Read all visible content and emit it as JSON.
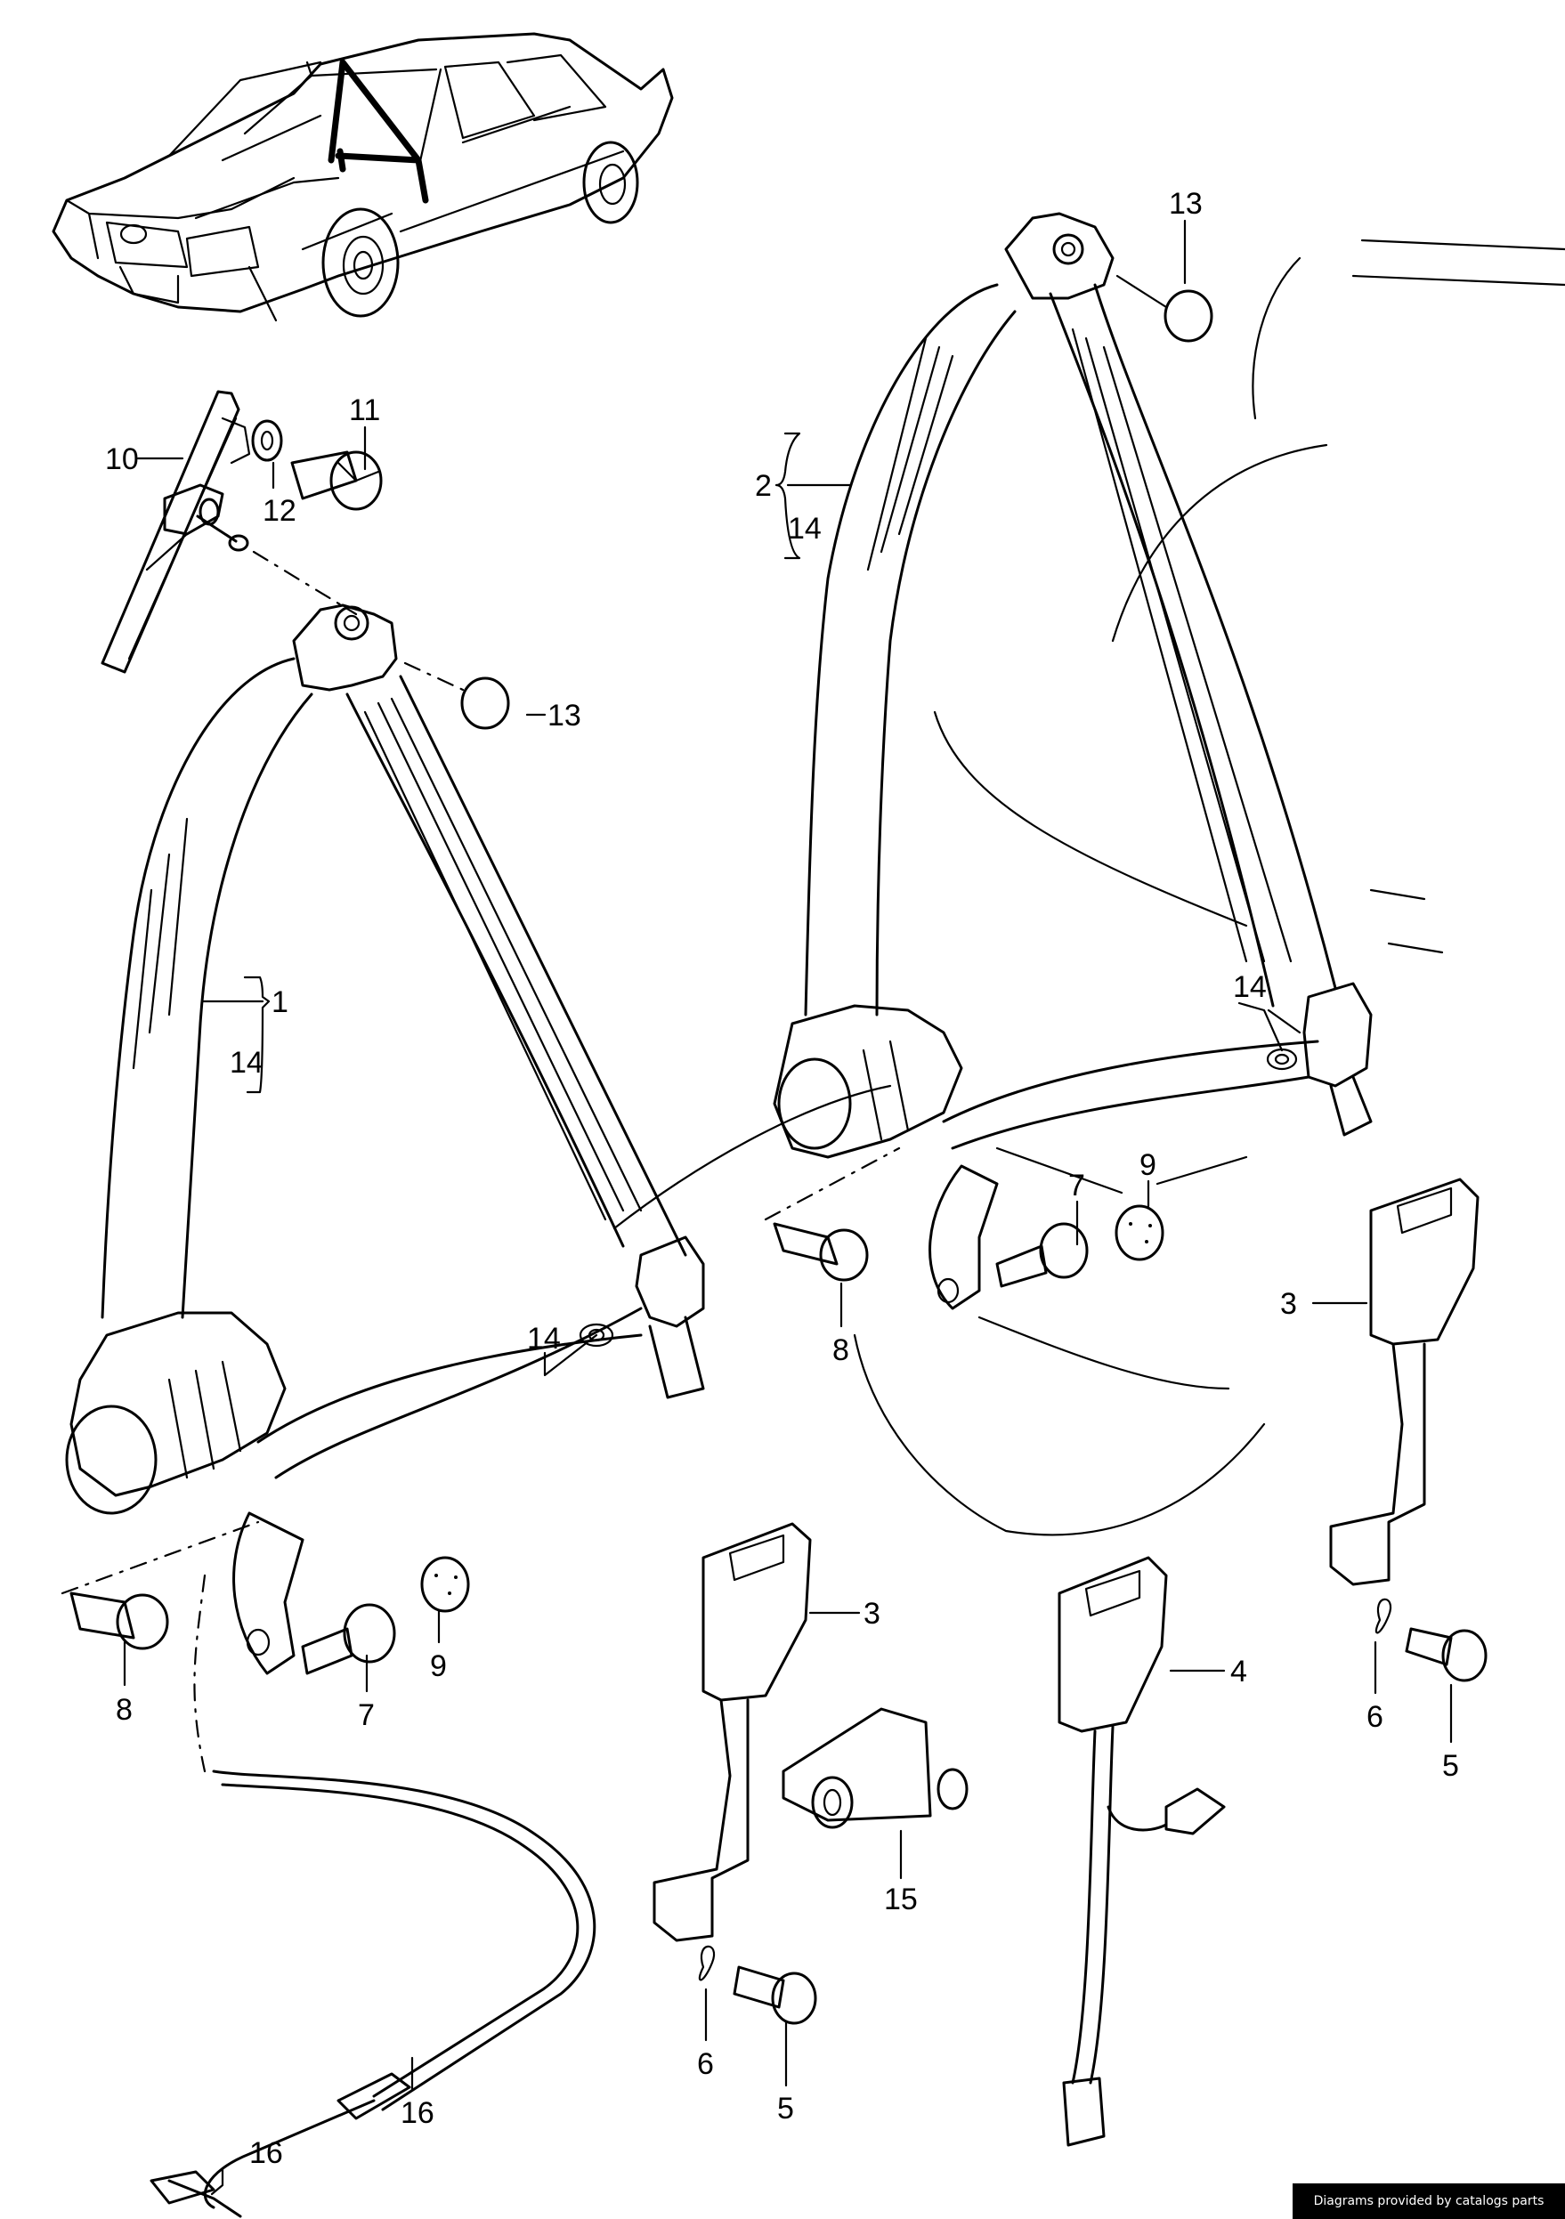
{
  "diagram": {
    "title": "Seat belt assembly exploded parts diagram",
    "callouts": [
      {
        "id": "c10",
        "label": "10"
      },
      {
        "id": "c11",
        "label": "11"
      },
      {
        "id": "c12",
        "label": "12"
      },
      {
        "id": "c13a",
        "label": "13"
      },
      {
        "id": "c13b",
        "label": "13"
      },
      {
        "id": "c2",
        "label": "2"
      },
      {
        "id": "c14a",
        "label": "14"
      },
      {
        "id": "c1",
        "label": "1"
      },
      {
        "id": "c14b",
        "label": "14"
      },
      {
        "id": "c14c",
        "label": "14"
      },
      {
        "id": "c14d",
        "label": "14"
      },
      {
        "id": "c7a",
        "label": "7"
      },
      {
        "id": "c9a",
        "label": "9"
      },
      {
        "id": "c8a",
        "label": "8"
      },
      {
        "id": "c3a",
        "label": "3"
      },
      {
        "id": "c8b",
        "label": "8"
      },
      {
        "id": "c7b",
        "label": "7"
      },
      {
        "id": "c9b",
        "label": "9"
      },
      {
        "id": "c3b",
        "label": "3"
      },
      {
        "id": "c4",
        "label": "4"
      },
      {
        "id": "c15",
        "label": "15"
      },
      {
        "id": "c6a",
        "label": "6"
      },
      {
        "id": "c5a",
        "label": "5"
      },
      {
        "id": "c6b",
        "label": "6"
      },
      {
        "id": "c5b",
        "label": "5"
      },
      {
        "id": "c16a",
        "label": "16"
      },
      {
        "id": "c16b",
        "label": "16"
      }
    ],
    "parts": {
      "car": "vehicle-overview",
      "belt_left": "three-point-belt-left",
      "belt_right": "three-point-belt-right",
      "height_adjuster": "height-adjuster-rail",
      "buckle_left": "buckle-with-bracket",
      "buckle_center": "buckle-with-switch",
      "buckle_right": "buckle-with-bracket",
      "bracket": "mounting-bracket",
      "cable": "wiring-harness"
    }
  },
  "footer": {
    "credit": "Diagrams provided by catalogs parts"
  }
}
